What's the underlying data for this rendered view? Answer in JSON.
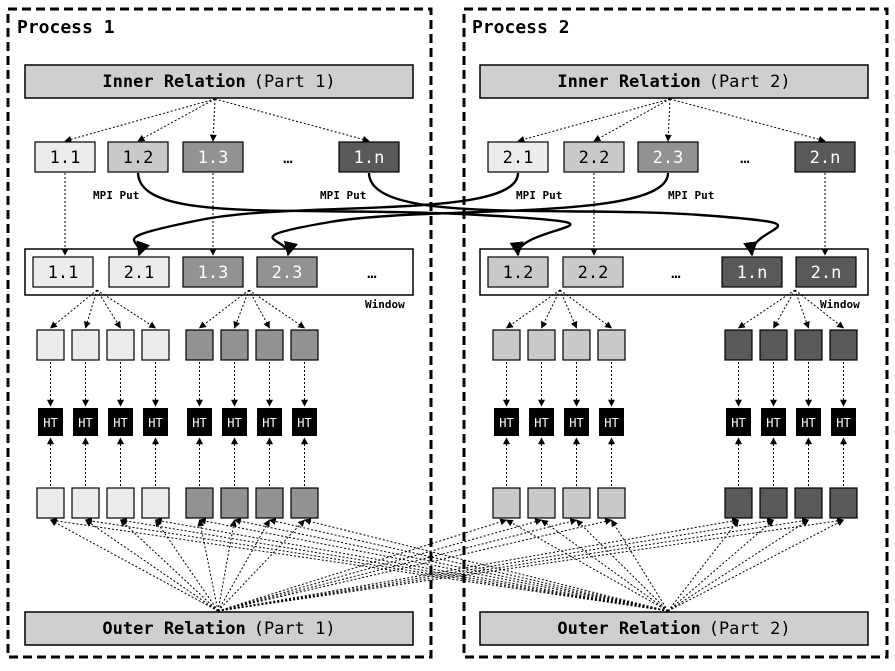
{
  "processes": [
    {
      "title": "Process 1",
      "inner": {
        "bold": "Inner Relation",
        "part": "(Part 1)"
      },
      "outer": {
        "bold": "Outer Relation",
        "part": "(Part 1)"
      },
      "partitions": [
        {
          "label": "1.1",
          "shade": "light"
        },
        {
          "label": "1.2",
          "shade": "mid"
        },
        {
          "label": "1.3",
          "shade": "dark"
        },
        {
          "label": "…",
          "shade": "none"
        },
        {
          "label": "1.n",
          "shade": "darkest"
        }
      ],
      "mpi_labels": [
        "MPI Put",
        "MPI Put"
      ],
      "window": {
        "label": "Window",
        "cells": [
          {
            "label": "1.1",
            "shade": "light"
          },
          {
            "label": "2.1",
            "shade": "light"
          },
          {
            "label": "1.3",
            "shade": "dark"
          },
          {
            "label": "2.3",
            "shade": "dark"
          },
          {
            "label": "…",
            "shade": "none"
          }
        ]
      },
      "hash_tables": [
        {
          "label": "HT",
          "shade": "light"
        },
        {
          "label": "HT",
          "shade": "light"
        },
        {
          "label": "HT",
          "shade": "light"
        },
        {
          "label": "HT",
          "shade": "light"
        },
        {
          "label": "HT",
          "shade": "dark"
        },
        {
          "label": "HT",
          "shade": "dark"
        },
        {
          "label": "HT",
          "shade": "dark"
        },
        {
          "label": "HT",
          "shade": "dark"
        }
      ]
    },
    {
      "title": "Process 2",
      "inner": {
        "bold": "Inner Relation",
        "part": "(Part 2)"
      },
      "outer": {
        "bold": "Outer Relation",
        "part": "(Part 2)"
      },
      "partitions": [
        {
          "label": "2.1",
          "shade": "light"
        },
        {
          "label": "2.2",
          "shade": "mid"
        },
        {
          "label": "2.3",
          "shade": "dark"
        },
        {
          "label": "…",
          "shade": "none"
        },
        {
          "label": "2.n",
          "shade": "darkest"
        }
      ],
      "mpi_labels": [
        "MPI Put",
        "MPI Put"
      ],
      "window": {
        "label": "Window",
        "cells": [
          {
            "label": "1.2",
            "shade": "mid"
          },
          {
            "label": "2.2",
            "shade": "mid"
          },
          {
            "label": "…",
            "shade": "none"
          },
          {
            "label": "1.n",
            "shade": "darkest"
          },
          {
            "label": "2.n",
            "shade": "darkest"
          }
        ]
      },
      "hash_tables": [
        {
          "label": "HT",
          "shade": "mid"
        },
        {
          "label": "HT",
          "shade": "mid"
        },
        {
          "label": "HT",
          "shade": "mid"
        },
        {
          "label": "HT",
          "shade": "mid"
        },
        {
          "label": "HT",
          "shade": "darkest"
        },
        {
          "label": "HT",
          "shade": "darkest"
        },
        {
          "label": "HT",
          "shade": "darkest"
        },
        {
          "label": "HT",
          "shade": "darkest"
        }
      ]
    }
  ],
  "colors": {
    "light": "#ececec",
    "mid": "#c9c9c9",
    "dark": "#929292",
    "darkest": "#595959",
    "relation_bar": "#cfcfcf",
    "ht_fill": "#000000",
    "border": "#000000"
  }
}
